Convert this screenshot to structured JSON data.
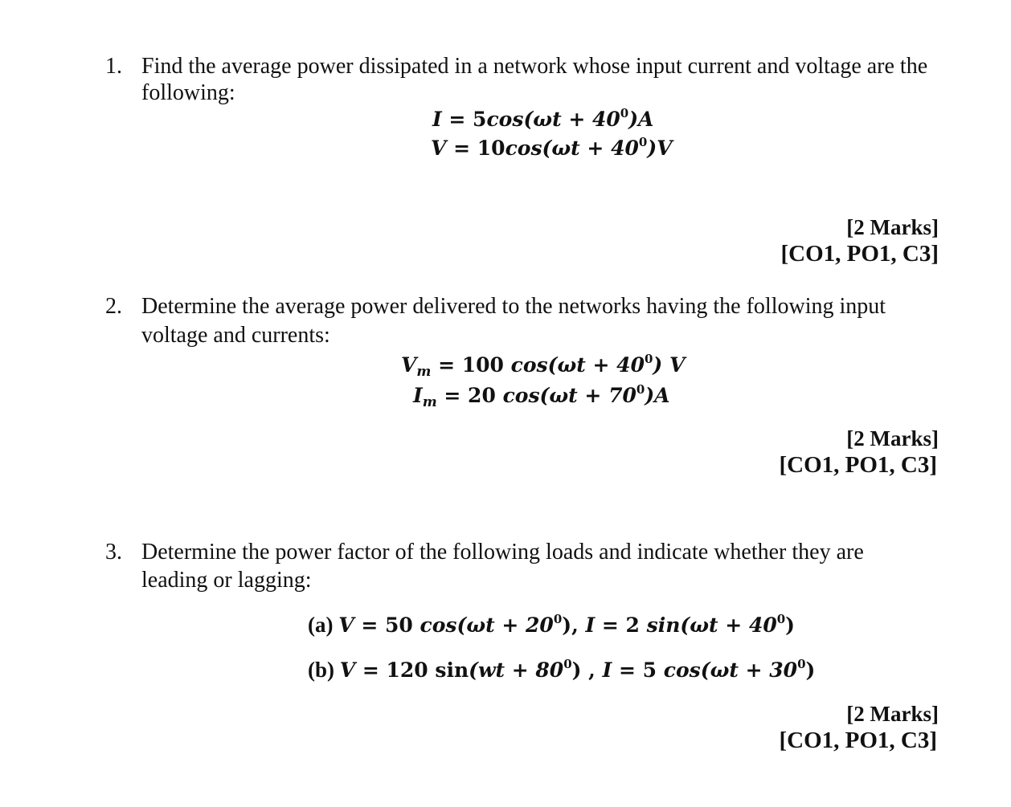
{
  "questions": [
    {
      "number": "1.",
      "line1": "Find the average power dissipated in a network whose input current and voltage are the",
      "line2": "following:",
      "equations": {
        "eq1": {
          "lhs": "I",
          "rhs_a": " = 5",
          "func": "cos",
          "arg": "(ωt + 40",
          "deg": "0",
          "tail": ")A"
        },
        "eq2": {
          "lhs": "V",
          "rhs_a": " = 10",
          "func": "cos",
          "arg": "(ωt + 40",
          "deg": "0",
          "tail": ")V"
        }
      },
      "marks": "[2 Marks]",
      "outcomes": "[CO1, PO1, C3]"
    },
    {
      "number": "2.",
      "line1": "Determine the average power delivered to the networks having the following input",
      "line2": "voltage and currents:",
      "equations": {
        "eq1": {
          "lhs": "V",
          "sub": "m",
          "rhs_a": " = 100 ",
          "func": "cos",
          "arg": "(ωt + 40",
          "deg": "0",
          "tail": ") V"
        },
        "eq2": {
          "lhs": "I",
          "sub": "m",
          "rhs_a": " = 20 ",
          "func": "cos",
          "arg": "(ωt + 70",
          "deg": "0",
          "tail": ")A"
        }
      },
      "marks": "[2 Marks]",
      "outcomes": "[CO1, PO1, C3]"
    },
    {
      "number": "3.",
      "line1": "Determine the power factor of the following loads and indicate whether they are",
      "line2": "leading or lagging:",
      "parts": {
        "a": {
          "label": "(a) ",
          "v_lhs": "V",
          "v_rhs": " = 50 ",
          "v_func": "cos",
          "v_arg": "(ωt + 20",
          "v_deg": "0",
          "v_tail": "), ",
          "i_lhs": "I",
          "i_rhs": " = 2 ",
          "i_func": "sin",
          "i_arg": "(ωt + 40",
          "i_deg": "0",
          "i_tail": ")"
        },
        "b": {
          "label": "(b) ",
          "v_lhs": "V",
          "v_rhs": " = 120  ",
          "v_func": "sin",
          "v_arg": "(wt + 80",
          "v_deg": "0",
          "v_tail": ") , ",
          "i_lhs": "I",
          "i_rhs": " = 5 ",
          "i_func": "cos",
          "i_arg": "(ωt + 30",
          "i_deg": "0",
          "i_tail": ")"
        }
      },
      "marks": "[2 Marks]",
      "outcomes": "[CO1, PO1, C3]"
    }
  ]
}
